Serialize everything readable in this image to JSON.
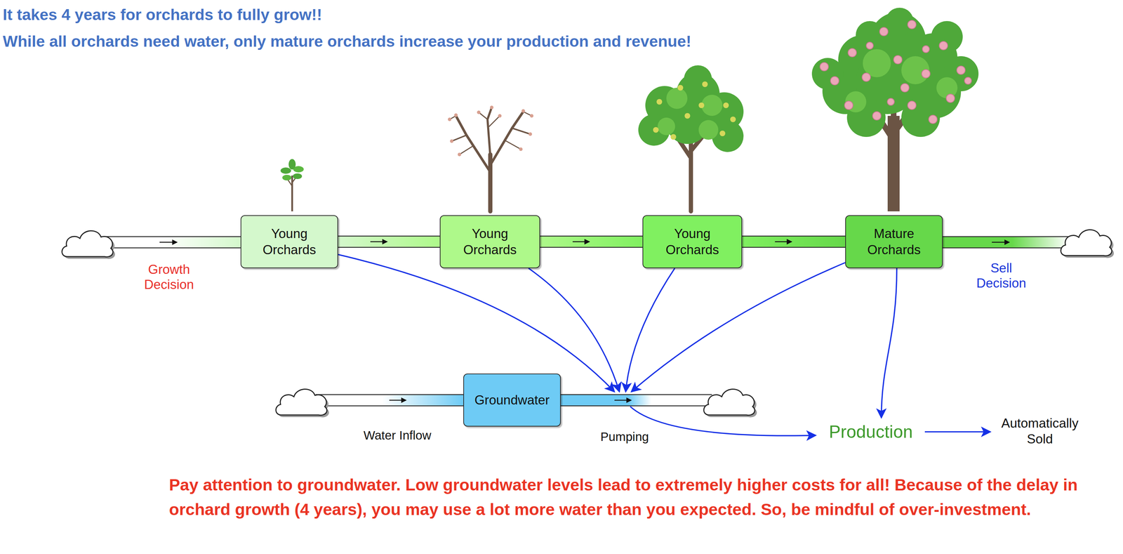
{
  "diagram": {
    "title": "It takes 4 years for orchards to fully grow!!",
    "caption": "Pay attention to groundwater. Low groundwater levels lead to extremely higher costs for all! Because of the delay in orchard growth (4 years), you may use a lot more water than you expected. So, be mindful of over-investment.",
    "nodes": [
      {
        "text": [
          "Young Orchards"
        ]
      },
      {
        "text": [
          "Young Orchards"
        ]
      },
      {
        "text": [
          "Young Orchards"
        ]
      },
      {
        "text": [
          "Mature Orchards"
        ]
      },
      {
        "text": [
          "Groundwater"
        ]
      },
      {
        "text": [
          "Production"
        ]
      },
      {
        "text": [
          "Automatically Sold"
        ]
      }
    ],
    "edges": [
      {
        "from": 0,
        "to": 1,
        "arrow": "to"
      },
      {
        "from": 1,
        "to": 2,
        "arrow": "to"
      },
      {
        "from": 2,
        "to": 3,
        "arrow": "to"
      },
      {
        "from": 3,
        "to": 5,
        "arrow": "to"
      },
      {
        "from": 5,
        "to": 6,
        "arrow": "to"
      }
    ],
    "labels": [
      "While all orchards need water, only mature orchards increase your production and revenue!",
      "Growth Decision",
      "Sell Decision",
      "Water Inflow",
      "Pumping"
    ]
  }
}
